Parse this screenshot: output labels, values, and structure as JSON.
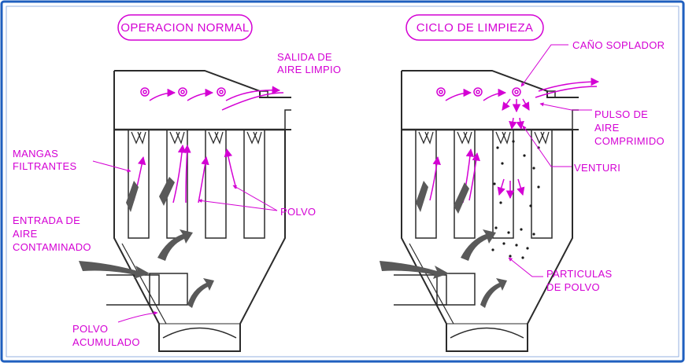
{
  "colors": {
    "frame": "#1f5fbf",
    "line": "#2b2b2b",
    "accent": "#d400d4",
    "arrow_fill": "#595959"
  },
  "panels": {
    "normal": {
      "title": "OPERACION NORMAL",
      "labels": {
        "clean_air_outlet": [
          "SALIDA DE",
          "AIRE LIMPIO"
        ],
        "filter_bags": [
          "MANGAS",
          "FILTRANTES"
        ],
        "dirty_air_inlet": [
          "ENTRADA DE",
          "AIRE",
          "CONTAMINADO"
        ],
        "dust": "POLVO",
        "accumulated_dust": [
          "POLVO",
          "ACUMULADO"
        ]
      }
    },
    "cleaning": {
      "title": "CICLO DE LIMPIEZA",
      "labels": {
        "blow_pipe": "CAÑO SOPLADOR",
        "air_pulse": [
          "PULSO DE",
          "AIRE",
          "COMPRIMIDO"
        ],
        "venturi": "VENTURI",
        "dust_particles": [
          "PARTICULAS",
          "DE POLVO"
        ]
      }
    }
  }
}
